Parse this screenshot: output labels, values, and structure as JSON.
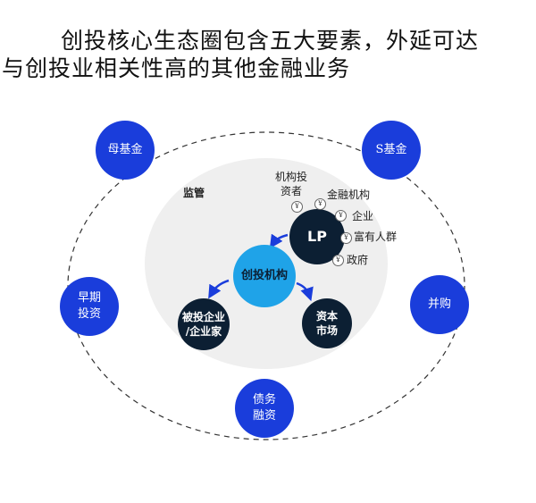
{
  "title": {
    "line1": "创投核心生态圈包含五大要素，外延可达",
    "line2": "与创投业相关性高的其他金融业务"
  },
  "outer": {
    "mother_fund": "母基金",
    "s_fund": "S基金",
    "early_invest_1": "早期",
    "early_invest_2": "投资",
    "ma": "并购",
    "debt_1": "债务",
    "debt_2": "融资"
  },
  "core": {
    "regulation": "监管",
    "lp": "LP",
    "vc": "创投机构",
    "investee_1": "被投企业",
    "investee_2": "/企业家",
    "capital_1": "资本",
    "capital_2": "市场"
  },
  "lp_sources": {
    "inst_1": "机构投",
    "inst_2": "资者",
    "financial": "金融机构",
    "corporate": "企业",
    "wealthy": "富有人群",
    "government": "政府"
  },
  "yen_symbol": "¥",
  "colors": {
    "blue": "#1a3ddb",
    "dark": "#0c1f33",
    "cyan": "#1fa3e8",
    "grey": "#efefef"
  }
}
